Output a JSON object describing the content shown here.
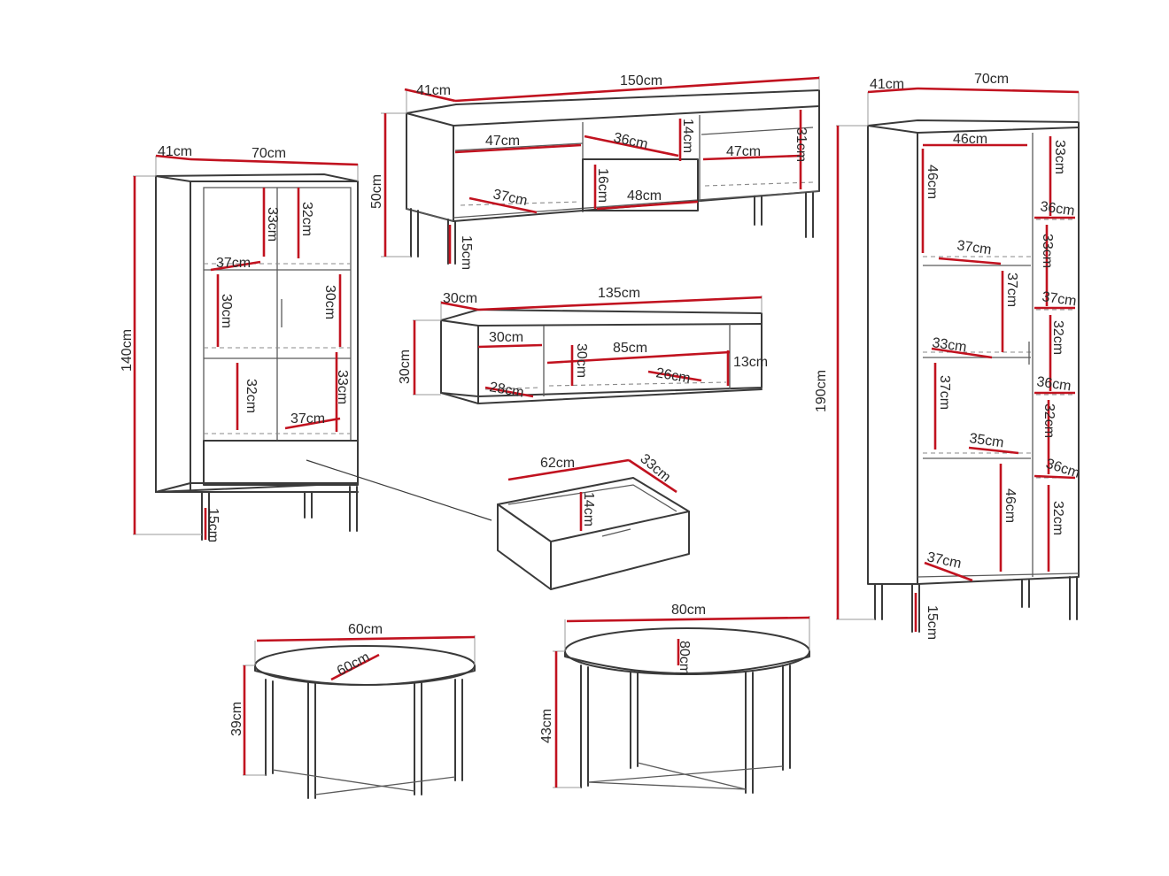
{
  "colors": {
    "dimension_line": "#c1121f",
    "outline": "#3a3a3a",
    "background": "#ffffff"
  },
  "bookcase_70": {
    "depth": "41cm",
    "width": "70cm",
    "height": "140cm",
    "leg": "15cm",
    "upper_left_h": "33cm",
    "upper_right_h": "32cm",
    "upper_shelf_d": "37cm",
    "mid_left_h": "30cm",
    "mid_right_h": "30cm",
    "lower_left_h": "32cm",
    "lower_right_h": "33cm",
    "lower_shelf_d": "37cm"
  },
  "tv_stand_150": {
    "depth": "41cm",
    "width": "150cm",
    "height": "50cm",
    "leg": "15cm",
    "left_w": "47cm",
    "left_d": "37cm",
    "center_w": "36cm",
    "center_h": "14cm",
    "drawer_h": "16cm",
    "drawer_w": "48cm",
    "right_w": "47cm",
    "right_h": "31cm"
  },
  "wall_shelf_135": {
    "depth": "30cm",
    "width": "135cm",
    "height": "30cm",
    "left_w": "30cm",
    "left_d": "28cm",
    "center_h": "30cm",
    "center_w": "85cm",
    "center_d": "26cm",
    "right_h": "13cm"
  },
  "drawer": {
    "width": "62cm",
    "depth": "33cm",
    "height": "14cm"
  },
  "tall_cabinet_190": {
    "depth": "41cm",
    "width": "70cm",
    "height": "190cm",
    "leg": "15cm",
    "top_w": "46cm",
    "top_h": "46cm",
    "top_side_h": "33cm",
    "shelf1_d": "37cm",
    "side1_d": "36cm",
    "side1_h": "33cm",
    "mid_h": "37cm",
    "side2_d": "37cm",
    "side2_h": "32cm",
    "mid2_d": "33cm",
    "mid2_h": "37cm",
    "side3_d": "36cm",
    "side3_h": "32cm",
    "shelf3_d": "35cm",
    "side4_d": "36cm",
    "bottom_h": "46cm",
    "bottom_side_h": "32cm",
    "bottom_d": "37cm"
  },
  "coffee_table_60": {
    "diameter_top": "60cm",
    "diameter": "60cm",
    "height": "39cm"
  },
  "coffee_table_80": {
    "diameter_top": "80cm",
    "diameter": "80cm",
    "height": "43cm"
  }
}
